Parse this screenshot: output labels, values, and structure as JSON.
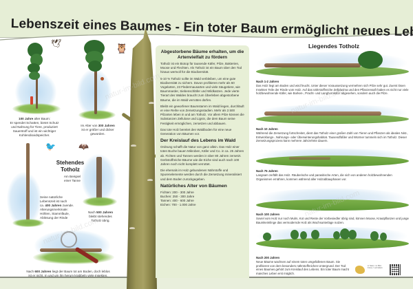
{
  "title": "Lebenszeit eines Baumes - Ein toter Baum ermöglicht neues Leben",
  "left": {
    "tree100": {
      "caption_bold": "100 Jahre",
      "caption_rest": " alter Baum:",
      "caption_lines": [
        "Er spendet Schatten, bietet Schutz",
        "und Nahrung für Tiere, produziert",
        "Sauerstoff und ist ein wichtiger",
        "Kohlendioxidspeicher."
      ]
    },
    "tree300": {
      "caption_pre": "Im Alter von ",
      "caption_bold": "300 Jahren",
      "caption_lines": [
        "ist er größer und dicker",
        "geworden."
      ]
    },
    "standing": {
      "heading_line1": "Stehendes",
      "heading_line2": "Totholz",
      "sub_line1": "Am Beispiel",
      "sub_line2": "einer Tanne",
      "age_text_lines": [
        "Seine natürliche",
        "Lebenszeit ist nach"
      ],
      "age_pre": "ca. ",
      "age_bold": "400 Jahren",
      "age_post": " zuende.",
      "age_more": [
        "Alterungsmerkmale:",
        "Höhlen, Stammfäule,",
        "Ablösung der Rinde"
      ]
    },
    "tree500": {
      "caption_pre": "Nach ",
      "caption_bold": "500 Jahren",
      "caption_lines": [
        "bleibt stehendes",
        "Totholz übrig."
      ]
    },
    "tree600": {
      "caption_pre": "Nach ",
      "caption_bold": "600 Jahren",
      "caption_post": " liegt der Baum tot am Boden, doch leblos",
      "caption_line2": "ist er nicht. In und um ihn herum krabbeln viele Insekten."
    }
  },
  "panel": {
    "heading1": "Abgestorbene Bäume erhalten, um die Artenvielfalt zu fördern",
    "p1": "Totholz ist ein Biotop für tausende Käfer, Pilze, Bakterien, Moose und Flechten. Als Totholz ist ein Baum über den Tod hinaus wertvoll für die Biodiversität.",
    "p2": "5-10 % Totholz sollte im Wald verbleiben, um eine gute Biodiversität zu sichern. Davon profitieren mehr als 60 Vogelarten, 23 Fledermausarten und viele Säugetiere, wie Baummarder, Siebenschläfer und Wildkatzen. Jede vierte Tierart des Waldes braucht zum Überleben abgestorbene Bäume, die im Wald verrotten dürfen.",
    "p3": "Bleibt ein geworfener Baumstamm im Wald liegen, durchläuft er eine Reihe von Zersetzungsstadien. Mehr als 2.500 Pilzarten leben in und am Totholz. Vor allem Pilze können die Substanzen Zellulose und Lignin, die dem Baum seine Festigkeit ermöglichen, zersetzen und abbauen.",
    "p4": "Das tote Holz bereitet den Waldboden für eine neue Generation von Bäumen vor.",
    "heading2": "Der Kreislauf des Lebens im Wald",
    "p5": "Ordnung schafft die Natur von ganz allein. Das Holz einer toten Buche bauen Mikroben, Käfer und Co. in ca. 25 Jahren ab. Fichten und Tannen werden in über 80 Jahren zersetzt. Gerbstoffreiche Bäume wie die Eiche sind auch nach 100 Jahren noch nicht komplett verrottet.",
    "p6": "Die ehemals im Holz gebundenen Nährstoffe und Spurenelemente werden durch die Zersetzung mineralisiert und dem Boden zurückgegeben.",
    "heading3": "Natürliches Alter von Bäumen",
    "ages": [
      {
        "tree": "Fichten:",
        "range": "200 - 300 Jahre"
      },
      {
        "tree": "Buchen:",
        "range": "250 - 300 Jahre"
      },
      {
        "tree": "Tannen:",
        "range": "400 - 600 Jahre"
      },
      {
        "tree": "Eichen:",
        "range": "700 - 1.000 Jahre"
      }
    ]
  },
  "right": {
    "heading": "Liegendes Totholz",
    "steps": [
      {
        "title": "Nach 1-2 Jahren",
        "text": "Das Holz liegt am Boden und wird feucht. Unter dieser Voraussetzung vermehren sich Pilze sehr gut. Zuerst lösen Insekten Teile der Rinde vom Holz. Auf das nährstoffreiche Zellplasma und den Pflanzensaft haben es nicht nur viele holzbewohnende Käfer, wie Borken-, Pracht- und Langhornkäfer abgesehen, sondern auch die Pilze."
      },
      {
        "title": "Nach 10 Jahren",
        "text": "Während die Zersetzung fortschreitet, dient das Totholz einer großen Zahl von Tieren und Pflanzen als ideales Nist-, Entwicklungs-, Nahrungs- oder Überwinterungshabitat. Tausendfüßler und Würmer tummeln sich im Totholz. Dieser Zersetzungsprozess kann mehrere Jahrzehnte dauern."
      },
      {
        "title": "Nach 75 Jahren",
        "text": "Langsam zerfällt das Holz. Räuberische und parasitische Arten, die sich von anderen holzbewohnenden Organismen ernähren, kommen während aller Holzabbauphasen vor."
      },
      {
        "title": "Nach 100 Jahren",
        "text": "Soviel vom Holz nur noch Mulm, Kot und Reste der Vorbesiedler übrig sind, können Moose, Krautpflanzen und junge Baumkeimlinge das vermodernde Holz als Wuchsunterlage nutzen."
      },
      {
        "title": "Nach 200 Jahren",
        "text": "Neue Bäume wachsen auf einem toten umgefallenen Baum. Sie profitieren von dem besonders nährstoffreichen Untergrund. Der Tod eines Baumes gehört zum Kreislauf des Lebens. Ein toter Baum macht manches Leben erst möglich."
      }
    ]
  },
  "footer": {
    "logo_text": "in Natur. im Bild. Fotos / Lehrtafeln",
    "qr_icon": "qr-code-icon"
  },
  "watermark": "natur-im-bild.com",
  "colors": {
    "background": "#e9efdc",
    "panel": "#e7efd6",
    "sheet": "#ffffff",
    "title": "#1f1f1f"
  }
}
